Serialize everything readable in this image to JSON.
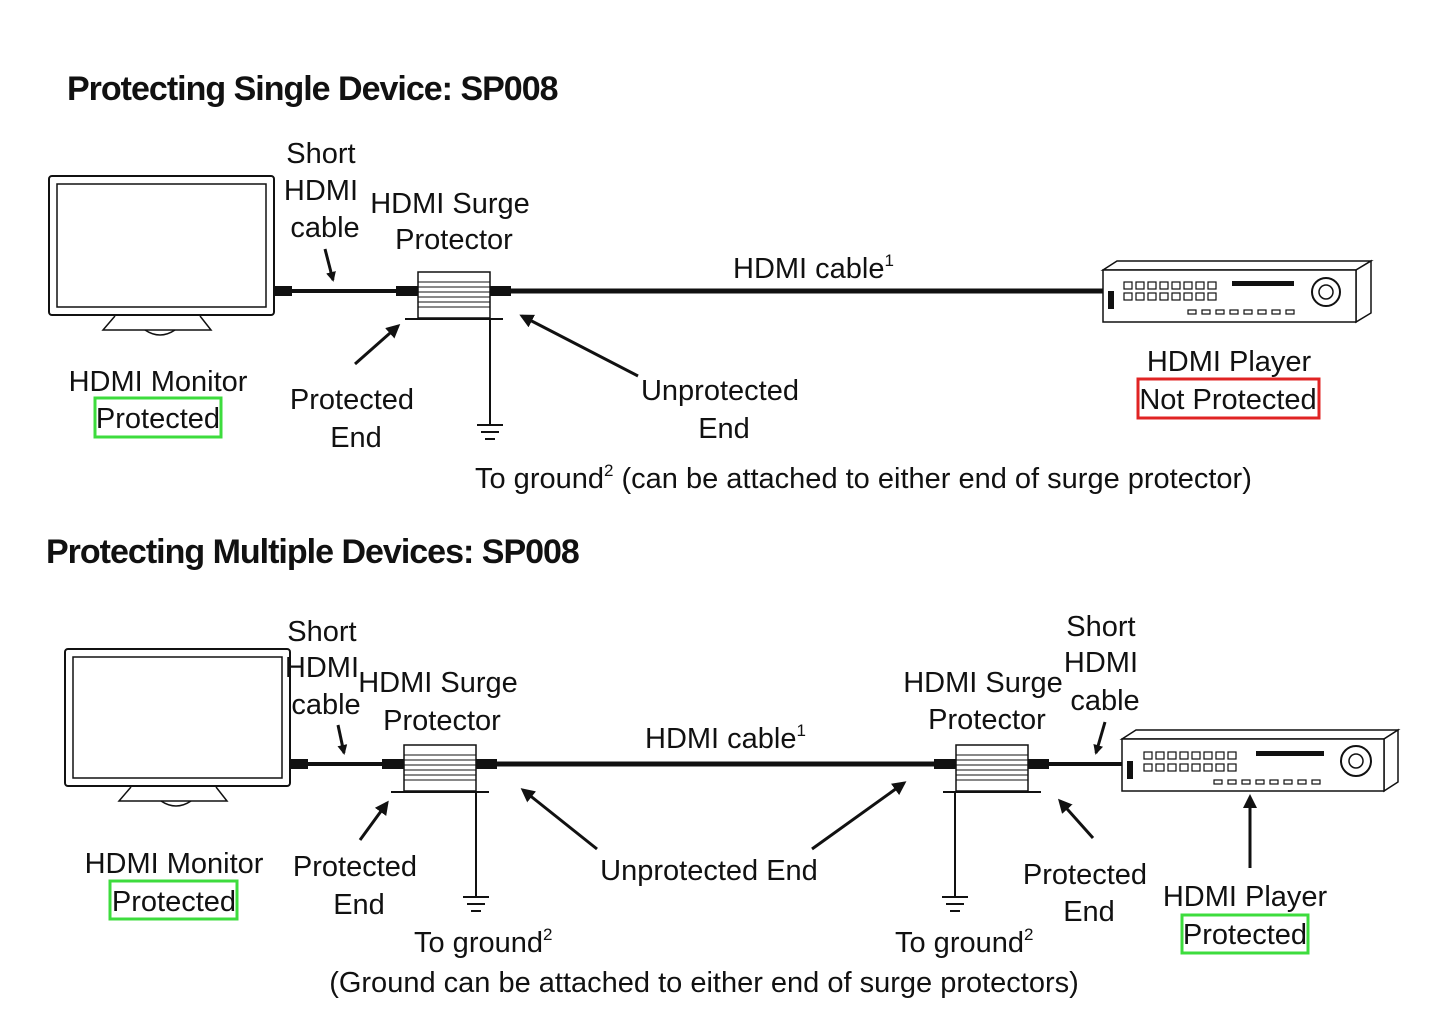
{
  "headings": {
    "single": "Protecting Single Device: SP008",
    "multiple": "Protecting Multiple Devices: SP008"
  },
  "single": {
    "short_cable": [
      "Short",
      "HDMI",
      "cable"
    ],
    "surge_protector": [
      "HDMI Surge",
      "Protector"
    ],
    "hdmi_cable": "HDMI cable",
    "hdmi_cable_sup": "1",
    "monitor_label": "HDMI Monitor",
    "monitor_status": "Protected",
    "protected_end": [
      "Protected",
      "End"
    ],
    "unprotected_end": [
      "Unprotected",
      "End"
    ],
    "player_label": "HDMI Player",
    "player_status": "Not Protected",
    "ground_prefix": "To ground",
    "ground_sup": "2",
    "ground_suffix": " (can be attached to either end of surge protector)"
  },
  "multiple": {
    "short_cable_left": [
      "Short",
      "HDMI",
      "cable"
    ],
    "short_cable_right": [
      "Short",
      "HDMI",
      "cable"
    ],
    "surge_protector_left": [
      "HDMI Surge",
      "Protector"
    ],
    "surge_protector_right": [
      "HDMI Surge",
      "Protector"
    ],
    "hdmi_cable": "HDMI cable",
    "hdmi_cable_sup": "1",
    "monitor_label": "HDMI Monitor",
    "monitor_status": "Protected",
    "protected_end_left": [
      "Protected",
      "End"
    ],
    "protected_end_right": [
      "Protected",
      "End"
    ],
    "unprotected_end": "Unprotected End",
    "player_label": "HDMI Player",
    "player_status": "Protected",
    "ground_left": "To ground",
    "ground_right": "To ground",
    "ground_sup": "2",
    "ground_note": "(Ground can be attached to either end of surge protectors)"
  },
  "colors": {
    "protected": "#3ddc3d",
    "not_protected": "#e02424",
    "line": "#111111"
  },
  "icons": {
    "monitor": "hdmi-monitor-icon",
    "player": "hdmi-player-icon",
    "surge": "surge-protector-icon",
    "ground": "ground-icon"
  }
}
